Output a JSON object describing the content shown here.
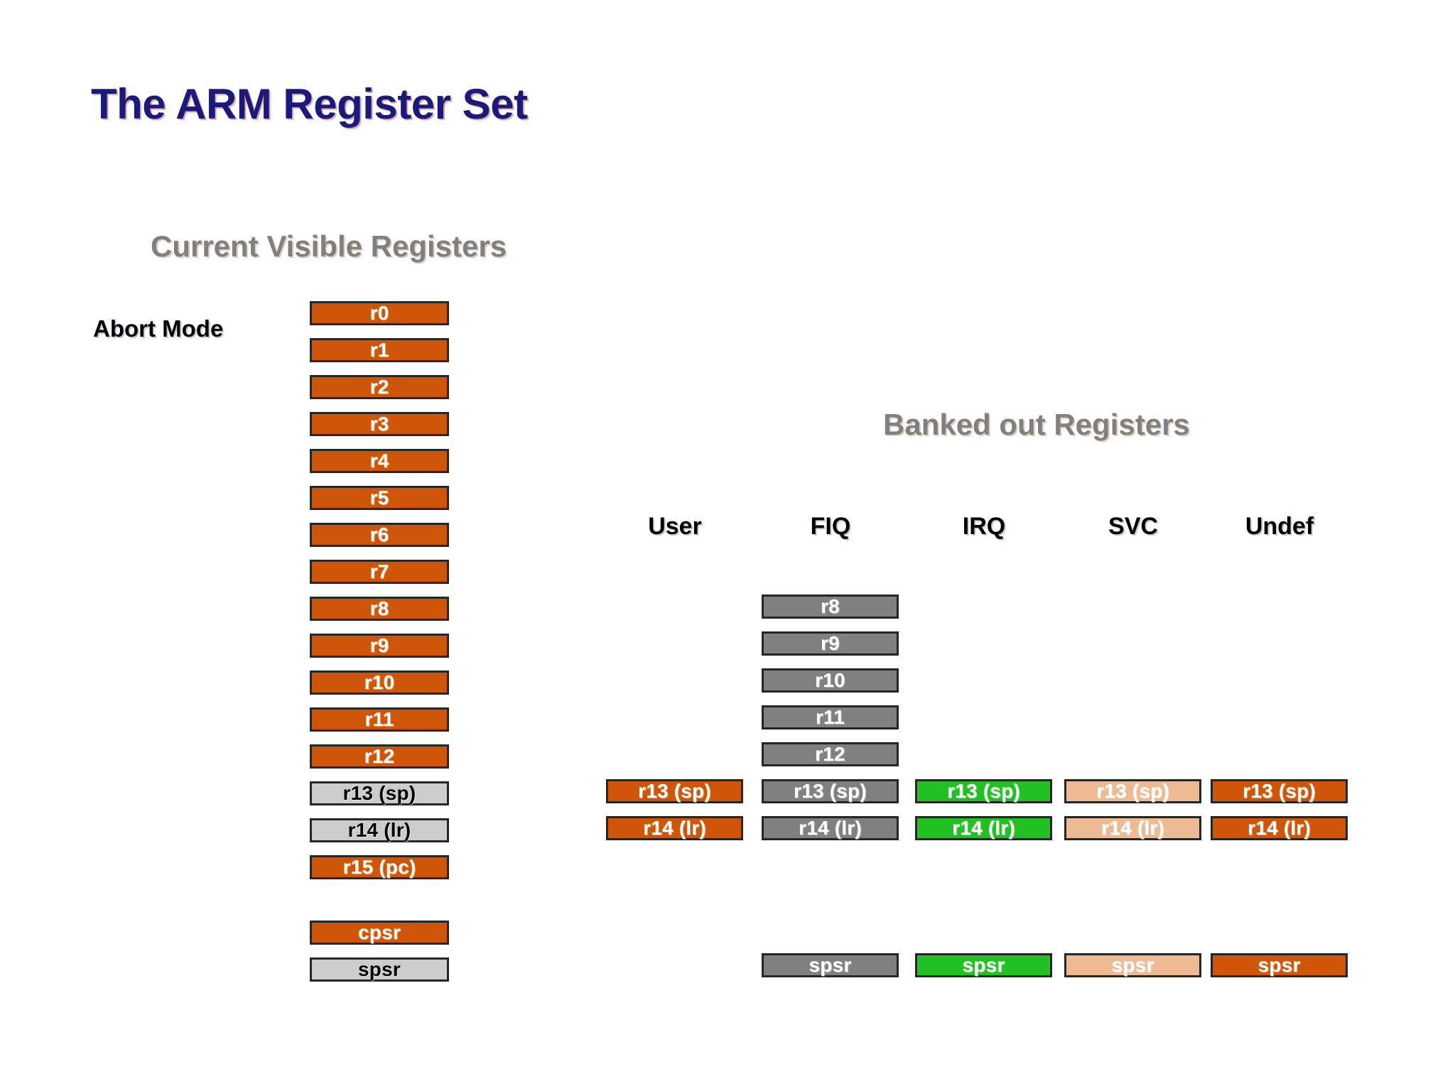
{
  "slide": {
    "title": "The ARM Register Set"
  },
  "headings": {
    "current_visible": "Current Visible Registers",
    "banked_out": "Banked out Registers"
  },
  "mode_label": "Abort Mode",
  "colors": {
    "title": "#1a1a7a",
    "heading_gray": "#808080",
    "orange": "#cf5608",
    "gray": "#808080",
    "light_gray": "#cccccc",
    "green": "#22c022",
    "peach": "#eeba94",
    "border": "#262626",
    "background": "#ffffff"
  },
  "current_visible_column": {
    "mode": "Abort Mode",
    "registers": [
      {
        "label": "r0",
        "color": "orange"
      },
      {
        "label": "r1",
        "color": "orange"
      },
      {
        "label": "r2",
        "color": "orange"
      },
      {
        "label": "r3",
        "color": "orange"
      },
      {
        "label": "r4",
        "color": "orange"
      },
      {
        "label": "r5",
        "color": "orange"
      },
      {
        "label": "r6",
        "color": "orange"
      },
      {
        "label": "r7",
        "color": "orange"
      },
      {
        "label": "r8",
        "color": "orange"
      },
      {
        "label": "r9",
        "color": "orange"
      },
      {
        "label": "r10",
        "color": "orange"
      },
      {
        "label": "r11",
        "color": "orange"
      },
      {
        "label": "r12",
        "color": "orange"
      },
      {
        "label": "r13 (sp)",
        "color": "light_gray"
      },
      {
        "label": "r14 (lr)",
        "color": "light_gray"
      },
      {
        "label": "r15 (pc)",
        "color": "orange"
      }
    ],
    "status_registers": [
      {
        "label": "cpsr",
        "color": "orange"
      },
      {
        "label": "spsr",
        "color": "light_gray"
      }
    ]
  },
  "banked_columns": [
    {
      "name": "User",
      "registers": [
        {
          "label": "r13 (sp)",
          "color": "orange"
        },
        {
          "label": "r14 (lr)",
          "color": "orange"
        }
      ],
      "spsr": null
    },
    {
      "name": "FIQ",
      "registers": [
        {
          "label": "r8",
          "color": "gray"
        },
        {
          "label": "r9",
          "color": "gray"
        },
        {
          "label": "r10",
          "color": "gray"
        },
        {
          "label": "r11",
          "color": "gray"
        },
        {
          "label": "r12",
          "color": "gray"
        },
        {
          "label": "r13 (sp)",
          "color": "gray"
        },
        {
          "label": "r14 (lr)",
          "color": "gray"
        }
      ],
      "spsr": {
        "label": "spsr",
        "color": "gray"
      }
    },
    {
      "name": "IRQ",
      "registers": [
        {
          "label": "r13 (sp)",
          "color": "green"
        },
        {
          "label": "r14 (lr)",
          "color": "green"
        }
      ],
      "spsr": {
        "label": "spsr",
        "color": "green"
      }
    },
    {
      "name": "SVC",
      "registers": [
        {
          "label": "r13 (sp)",
          "color": "peach"
        },
        {
          "label": "r14 (lr)",
          "color": "peach"
        }
      ],
      "spsr": {
        "label": "spsr",
        "color": "peach"
      }
    },
    {
      "name": "Undef",
      "registers": [
        {
          "label": "r13 (sp)",
          "color": "orange"
        },
        {
          "label": "r14 (lr)",
          "color": "orange"
        }
      ],
      "spsr": {
        "label": "spsr",
        "color": "orange"
      }
    }
  ]
}
